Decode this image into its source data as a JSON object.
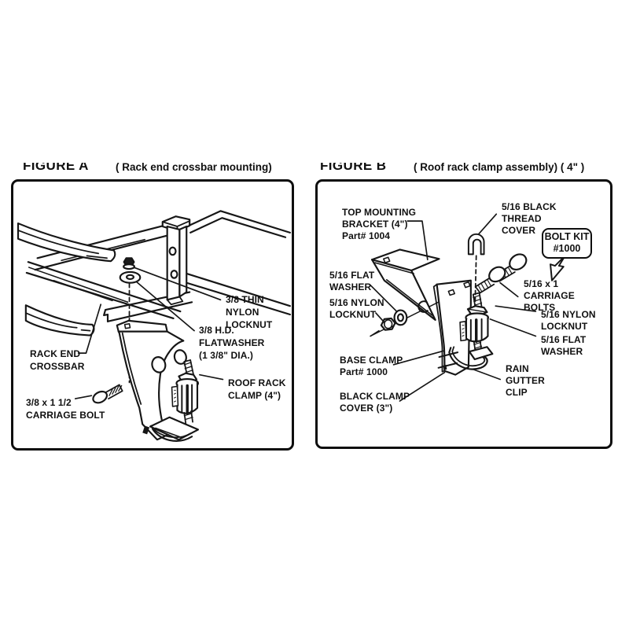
{
  "figure_a": {
    "title": "FIGURE A",
    "caption": "( Rack end crossbar mounting)",
    "labels": {
      "locknut": "3/8 THIN NYLON\nLOCKNUT",
      "flatwasher": "3/8 H.D. FLATWASHER\n(1 3/8\" DIA.)",
      "rack_end": "RACK END\nCROSSBAR",
      "carriage_bolt": "3/8 x 1 1/2\nCARRIAGE BOLT",
      "roof_rack_clamp": "ROOF RACK\nCLAMP (4\")"
    }
  },
  "figure_b": {
    "title": "FIGURE B",
    "caption": "( Roof rack clamp assembly) ( 4\" )",
    "labels": {
      "top_bracket": "TOP MOUNTING\nBRACKET (4\")\nPart# 1004",
      "thread_cover": "5/16 BLACK\nTHREAD\nCOVER",
      "bolt_kit": "BOLT KIT\n#1000",
      "flat_washer_left": "5/16 FLAT\nWASHER",
      "nylon_locknut_left": "5/16 NYLON\nLOCKNUT",
      "carriage_bolts": "5/16 x 1 CARRIAGE\nBOLTS",
      "nylon_locknut_right": "5/16 NYLON\nLOCKNUT",
      "flat_washer_right": "5/16 FLAT\nWASHER",
      "base_clamp": "BASE CLAMP\nPart# 1000",
      "black_clamp_cover": "BLACK CLAMP\nCOVER (3\")",
      "rain_gutter_clip": "RAIN\nGUTTER\nCLIP"
    }
  }
}
